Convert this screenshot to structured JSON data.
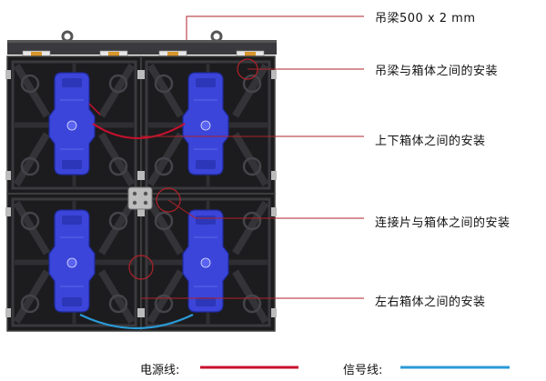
{
  "callouts": [
    {
      "id": "beam",
      "text": "吊梁500 x 2 mm"
    },
    {
      "id": "beam-cabinet",
      "text": "吊梁与箱体之间的安装"
    },
    {
      "id": "top-bottom",
      "text": "上下箱体之间的安装"
    },
    {
      "id": "connector-cabinet",
      "text": "连接片与箱体之间的安装"
    },
    {
      "id": "left-right",
      "text": "左右箱体之间的安装"
    }
  ],
  "legend": {
    "power": {
      "label": "电源线:",
      "color": "#c8102e"
    },
    "signal": {
      "label": "信号线:",
      "color": "#2b9ad6"
    }
  },
  "colors": {
    "cabinet": "#1c1c1e",
    "cabinet_frame": "#2a2a2e",
    "module": "#3b45d9",
    "leader_line": "#b0222a",
    "beam": "#3a3a3e"
  },
  "cabinets": [
    {
      "name": "cabinet-top-left"
    },
    {
      "name": "cabinet-top-right"
    },
    {
      "name": "cabinet-bottom-left"
    },
    {
      "name": "cabinet-bottom-right"
    }
  ]
}
